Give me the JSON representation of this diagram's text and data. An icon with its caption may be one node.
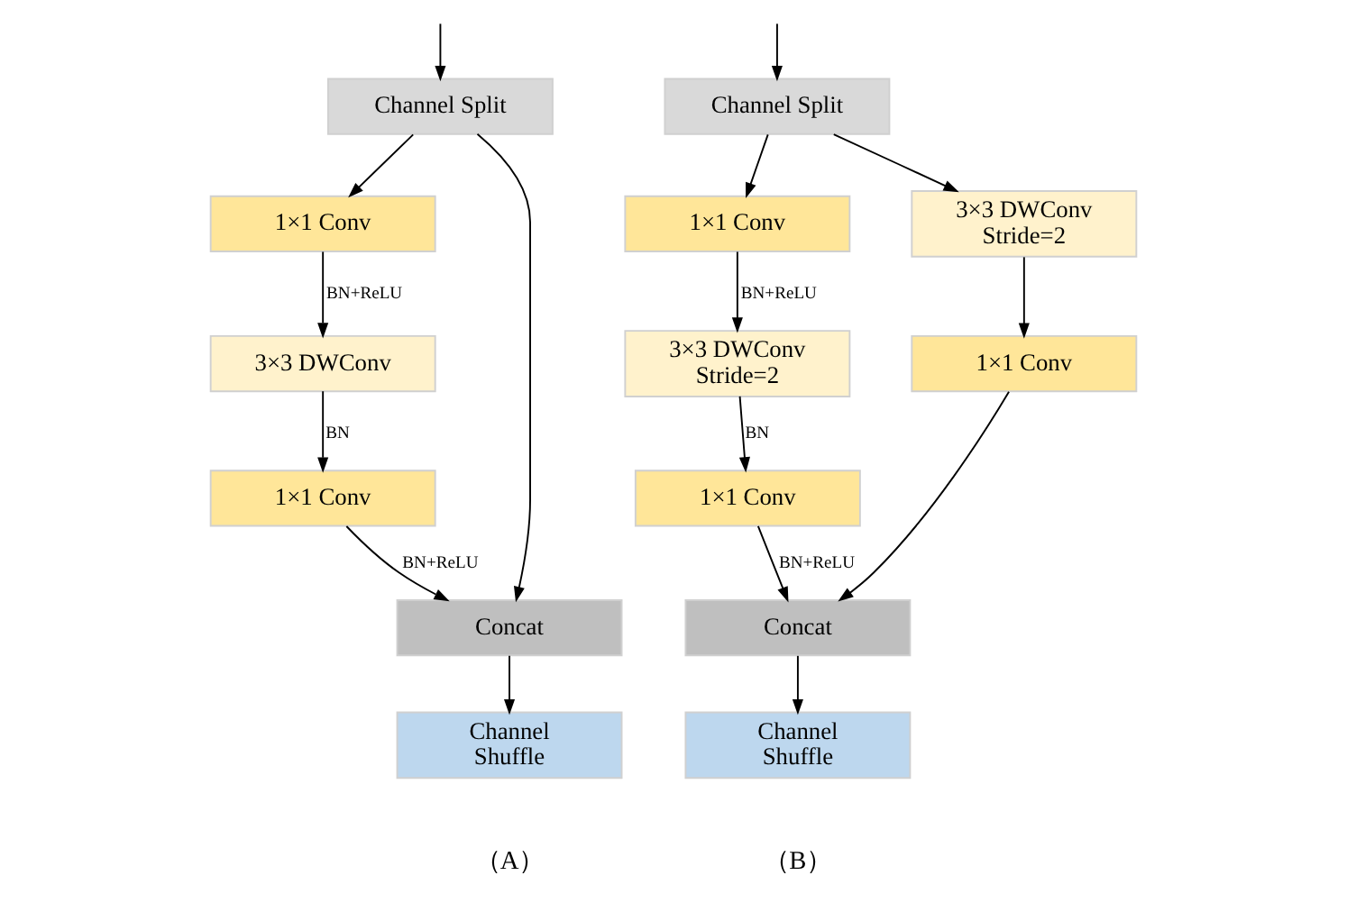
{
  "diagram": {
    "nodes": [
      {
        "text": [
          "Channel Split"
        ]
      },
      {
        "text": [
          "1×1 Conv"
        ]
      },
      {
        "text": [
          "3×3 DWConv"
        ]
      },
      {
        "text": [
          "1×1 Conv"
        ]
      },
      {
        "text": [
          "Concat"
        ]
      },
      {
        "text": [
          "Channel Shuffle"
        ]
      },
      {
        "text": [
          "Channel Split"
        ]
      },
      {
        "text": [
          "1×1 Conv"
        ]
      },
      {
        "text": [
          "3×3 DWConv Stride=2"
        ]
      },
      {
        "text": [
          "3×3 DWConv Stride=2"
        ]
      },
      {
        "text": [
          "1×1 Conv"
        ]
      },
      {
        "text": [
          "1×1 Conv"
        ]
      },
      {
        "text": [
          "Concat"
        ]
      },
      {
        "text": [
          "Channel Shuffle"
        ]
      }
    ],
    "edges": [
      {
        "from": null,
        "to": 0,
        "arrow": "to"
      },
      {
        "from": 0,
        "to": 1,
        "arrow": "to"
      },
      {
        "from": 0,
        "to": 4,
        "arrow": "to"
      },
      {
        "from": 1,
        "to": 2,
        "arrow": "to",
        "label": "BN+ReLU"
      },
      {
        "from": 2,
        "to": 3,
        "arrow": "to",
        "label": "BN"
      },
      {
        "from": 3,
        "to": 4,
        "arrow": "to",
        "label": "BN+ReLU"
      },
      {
        "from": 4,
        "to": 5,
        "arrow": "to"
      },
      {
        "from": null,
        "to": 6,
        "arrow": "to"
      },
      {
        "from": 6,
        "to": 8,
        "arrow": "to"
      },
      {
        "from": 6,
        "to": 7,
        "arrow": "to"
      },
      {
        "from": 8,
        "to": 10,
        "arrow": "to"
      },
      {
        "from": 10,
        "to": 12,
        "arrow": "to"
      },
      {
        "from": 7,
        "to": 9,
        "arrow": "to",
        "label": "BN+ReLU"
      },
      {
        "from": 9,
        "to": 11,
        "arrow": "to",
        "label": "BN"
      },
      {
        "from": 11,
        "to": 12,
        "arrow": "to",
        "label": "BN+ReLU"
      },
      {
        "from": 12,
        "to": 13,
        "arrow": "to"
      }
    ],
    "labels": [
      "（A）",
      "（B）"
    ]
  }
}
